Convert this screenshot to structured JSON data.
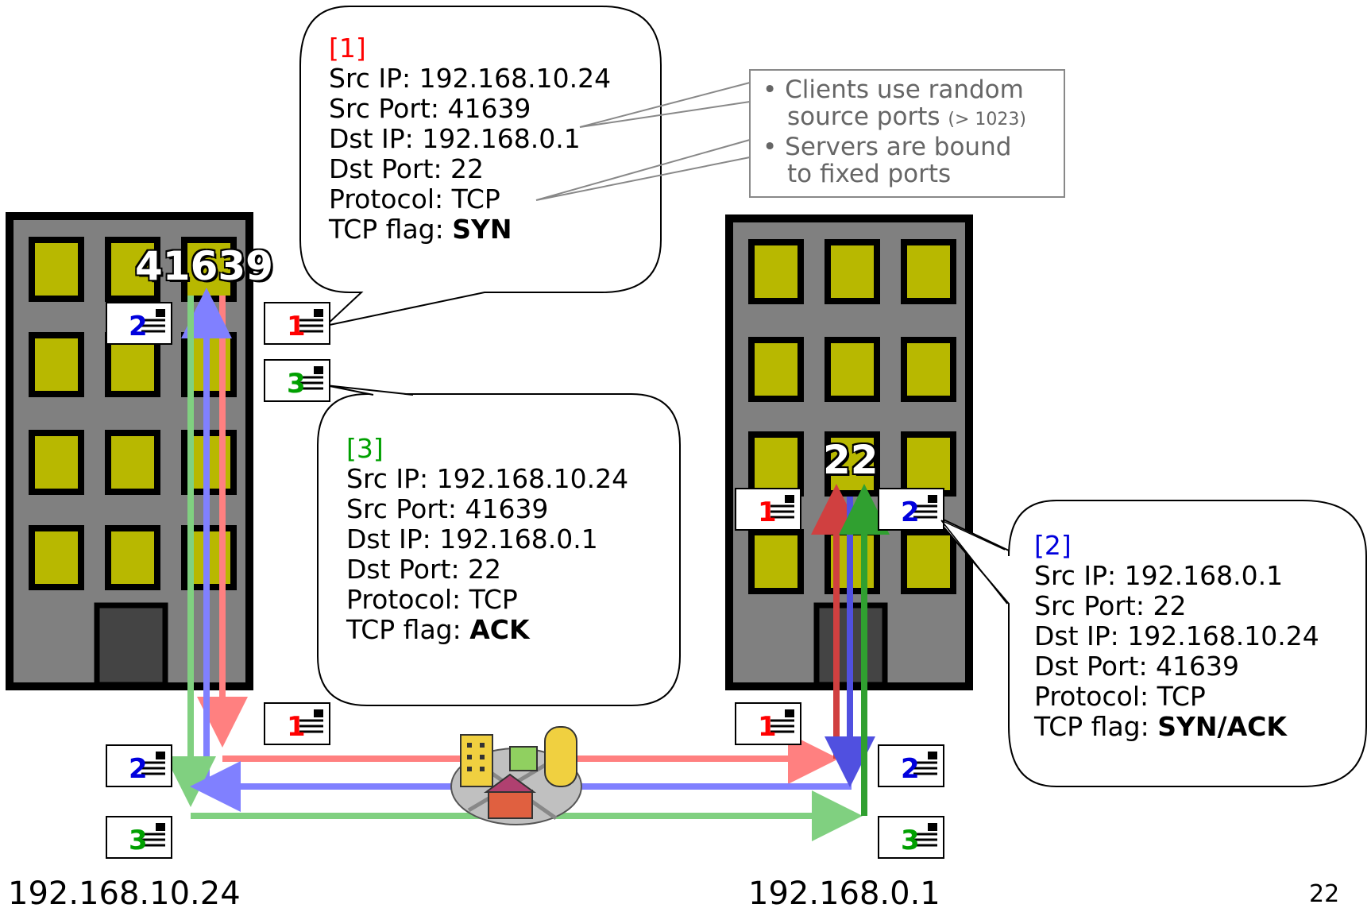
{
  "colors": {
    "red": "#ff0000",
    "blue": "#0000dd",
    "green": "#00a000",
    "arrow_red": "#ff8080",
    "arrow_blue": "#8080ff",
    "arrow_green": "#80d080",
    "building": "#808080",
    "window": "#b8b800"
  },
  "client": {
    "ip": "192.168.10.24",
    "port": "41639"
  },
  "server": {
    "ip": "192.168.0.1",
    "port": "22"
  },
  "note": {
    "line1": "Clients use random",
    "line2": "source ports",
    "line2_small": "(> 1023)",
    "line3": "Servers are bound",
    "line4": "to fixed ports"
  },
  "packets": [
    {
      "id": "1",
      "title": "[1]",
      "src_ip": "Src IP: 192.168.10.24",
      "src_port": "Src Port: 41639",
      "dst_ip": "Dst IP: 192.168.0.1",
      "dst_port": "Dst Port: 22",
      "protocol": "Protocol: TCP",
      "flag_label": "TCP flag:",
      "flag": "SYN"
    },
    {
      "id": "2",
      "title": "[2]",
      "src_ip": "Src IP: 192.168.0.1",
      "src_port": "Src Port: 22",
      "dst_ip": "Dst IP: 192.168.10.24",
      "dst_port": "Dst Port: 41639",
      "protocol": "Protocol: TCP",
      "flag_label": "TCP flag:",
      "flag": "SYN/ACK"
    },
    {
      "id": "3",
      "title": "[3]",
      "src_ip": "Src IP: 192.168.10.24",
      "src_port": "Src Port: 41639",
      "dst_ip": "Dst IP: 192.168.0.1",
      "dst_port": "Dst Port: 22",
      "protocol": "Protocol: TCP",
      "flag_label": "TCP flag:",
      "flag": "ACK"
    }
  ],
  "page_number": "22"
}
